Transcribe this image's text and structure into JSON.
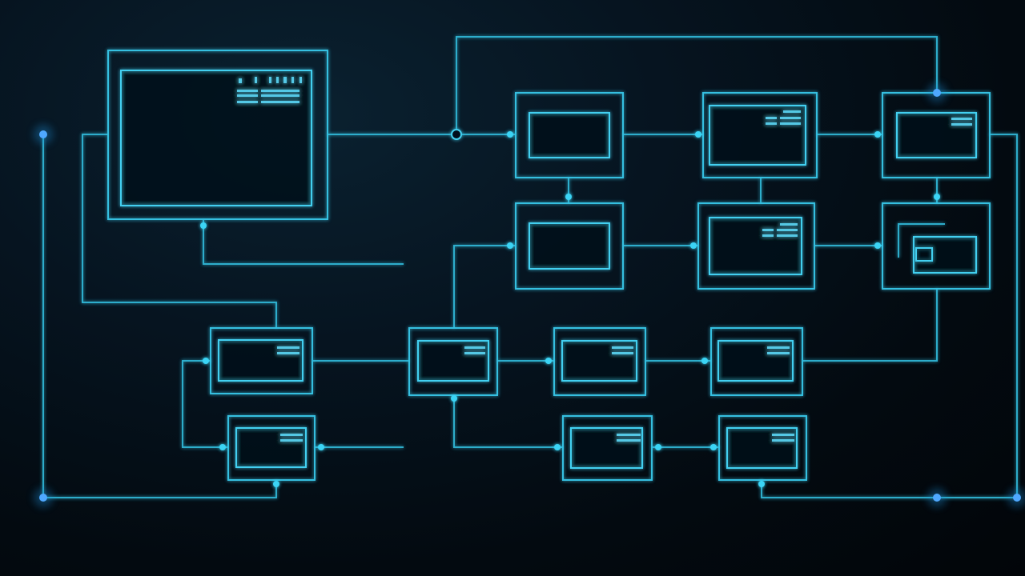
{
  "colors": {
    "background": "#04080c",
    "wire": "#2fb8d8",
    "frame": "#42cff0",
    "node": "#3ad4f5",
    "node_glow": "#4fa8ff"
  },
  "modules": [
    {
      "name": "main-display",
      "icon": "monitor-icon"
    },
    {
      "name": "module-top-1",
      "icon": "screen-icon"
    },
    {
      "name": "module-top-2",
      "icon": "screen-icon"
    },
    {
      "name": "module-top-3",
      "icon": "screen-icon"
    },
    {
      "name": "module-mid-1",
      "icon": "screen-icon"
    },
    {
      "name": "module-mid-2",
      "icon": "screen-icon"
    },
    {
      "name": "module-mid-3",
      "icon": "screen-icon"
    },
    {
      "name": "module-low-1",
      "icon": "screen-icon"
    },
    {
      "name": "module-low-2",
      "icon": "screen-icon"
    },
    {
      "name": "module-low-3",
      "icon": "screen-icon"
    },
    {
      "name": "module-low-4",
      "icon": "screen-icon"
    },
    {
      "name": "module-bottom-1",
      "icon": "screen-icon"
    },
    {
      "name": "module-bottom-2",
      "icon": "screen-icon"
    },
    {
      "name": "module-bottom-3",
      "icon": "screen-icon"
    }
  ]
}
